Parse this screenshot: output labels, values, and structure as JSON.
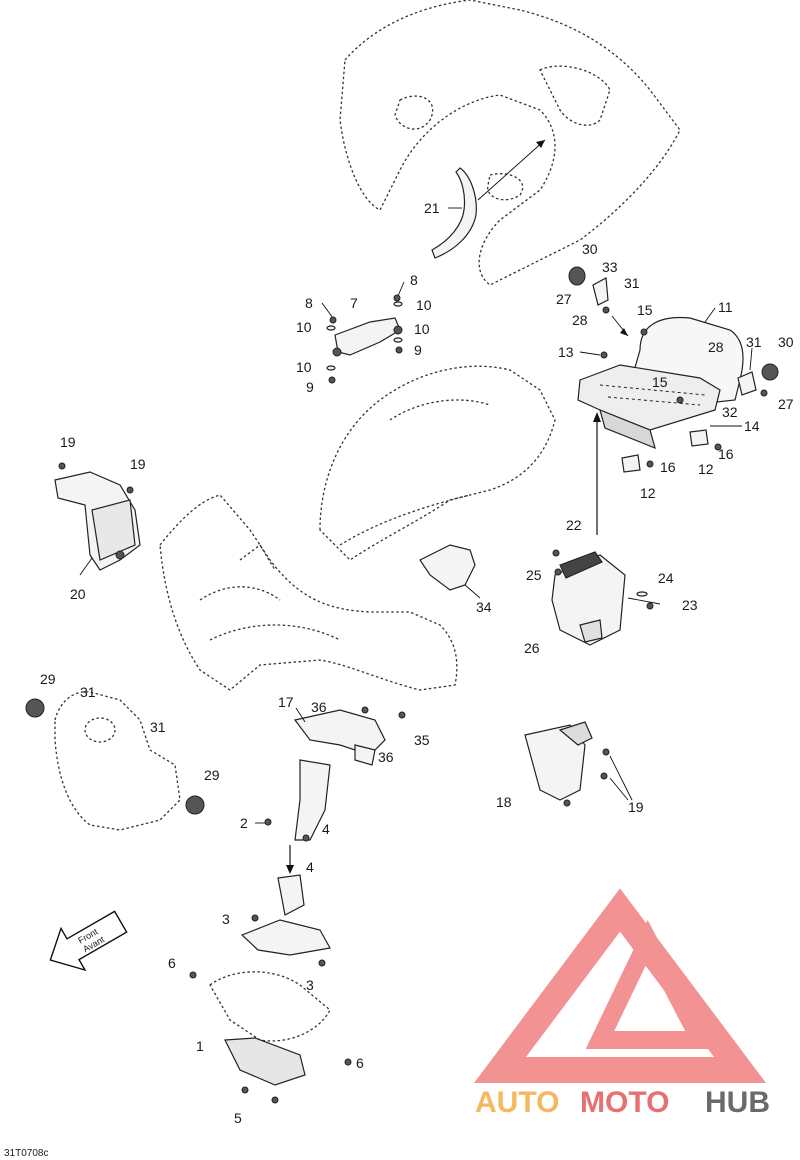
{
  "diagram": {
    "reference_code": "31T0708c",
    "front_label_line1": "Front",
    "front_label_line2": "Avant",
    "callouts": [
      "1",
      "2",
      "3",
      "3",
      "4",
      "4",
      "5",
      "6",
      "6",
      "7",
      "8",
      "8",
      "9",
      "9",
      "10",
      "10",
      "10",
      "10",
      "11",
      "12",
      "12",
      "13",
      "14",
      "15",
      "15",
      "16",
      "16",
      "17",
      "18",
      "19",
      "19",
      "19",
      "20",
      "21",
      "22",
      "23",
      "24",
      "25",
      "26",
      "27",
      "27",
      "28",
      "28",
      "29",
      "29",
      "30",
      "30",
      "31",
      "31",
      "31",
      "31",
      "32",
      "33",
      "34",
      "35",
      "36",
      "36"
    ]
  },
  "watermark": {
    "part1": "AUTO",
    "part2": "MOTO",
    "part3": "HUB",
    "colors": {
      "auto": "#f5b85f",
      "moto": "#e87070",
      "hub": "#6a6a6a",
      "logo": "#f08080"
    }
  }
}
